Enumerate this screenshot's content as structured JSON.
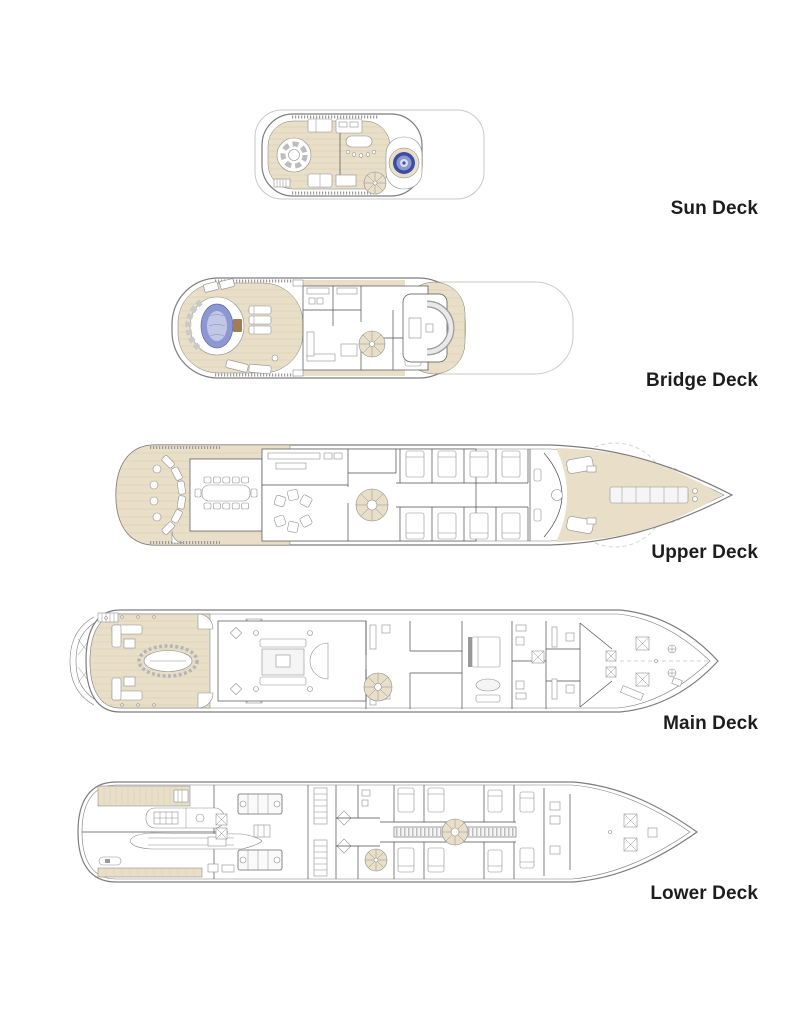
{
  "page": {
    "background": "#ffffff"
  },
  "decks": [
    {
      "id": "sun-deck",
      "label": "Sun Deck",
      "features": [
        "jacuzzi",
        "spiral-staircase",
        "circular-lounge-seating",
        "bar-with-stools",
        "sun-pads",
        "teak-deck",
        "hardtop-outline"
      ]
    },
    {
      "id": "bridge-deck",
      "label": "Bridge Deck",
      "features": [
        "pool",
        "sun-loungers",
        "sky-lounge",
        "pantry",
        "spiral-staircase",
        "wheelhouse-console",
        "teak-deck",
        "deck-below-outline"
      ]
    },
    {
      "id": "upper-deck",
      "label": "Upper Deck",
      "features": [
        "curved-sofa",
        "round-tables",
        "al-fresco-dining-table",
        "galley",
        "lounge-armchairs",
        "spiral-staircase",
        "guest-cabins",
        "observation-lounge",
        "foredeck-tender-cradle",
        "crane-radius-circles",
        "capstans"
      ]
    },
    {
      "id": "main-deck",
      "label": "Main Deck",
      "features": [
        "swim-platform",
        "aft-deck-l-sofas",
        "oval-dining-table",
        "side-stairs",
        "skylights",
        "main-salon",
        "pantry",
        "lobby-spiral-staircase",
        "owner-suite-bed",
        "his-and-hers-bathroom",
        "windlass-room",
        "bow-capstans",
        "anchor-gear"
      ]
    },
    {
      "id": "lower-deck",
      "label": "Lower Deck",
      "features": [
        "beach-club-platform",
        "tender-garage",
        "tender",
        "rescue-boat",
        "jet-ski",
        "engine-room",
        "engines",
        "crew-lockers",
        "crew-mess",
        "spiral-staircase",
        "guest-cabins",
        "corridor-trunk",
        "chain-lockers",
        "bow-thruster"
      ]
    }
  ],
  "colors": {
    "page_bg": "#ffffff",
    "label_text": "#1d1d1d",
    "hull_line": "#7d7d7d",
    "ghost_line": "#c9c9c9",
    "wall": "#4f4f4f",
    "furn_line": "#8f8f8f",
    "teak": "#e9dfc8",
    "teak_line": "#d7c9aa",
    "pool_blue": "#8d97d0",
    "pool_blue_light": "#c0c7e8",
    "jacuzzi_blue": "#3c4da3",
    "step_wood": "#a57b52"
  }
}
